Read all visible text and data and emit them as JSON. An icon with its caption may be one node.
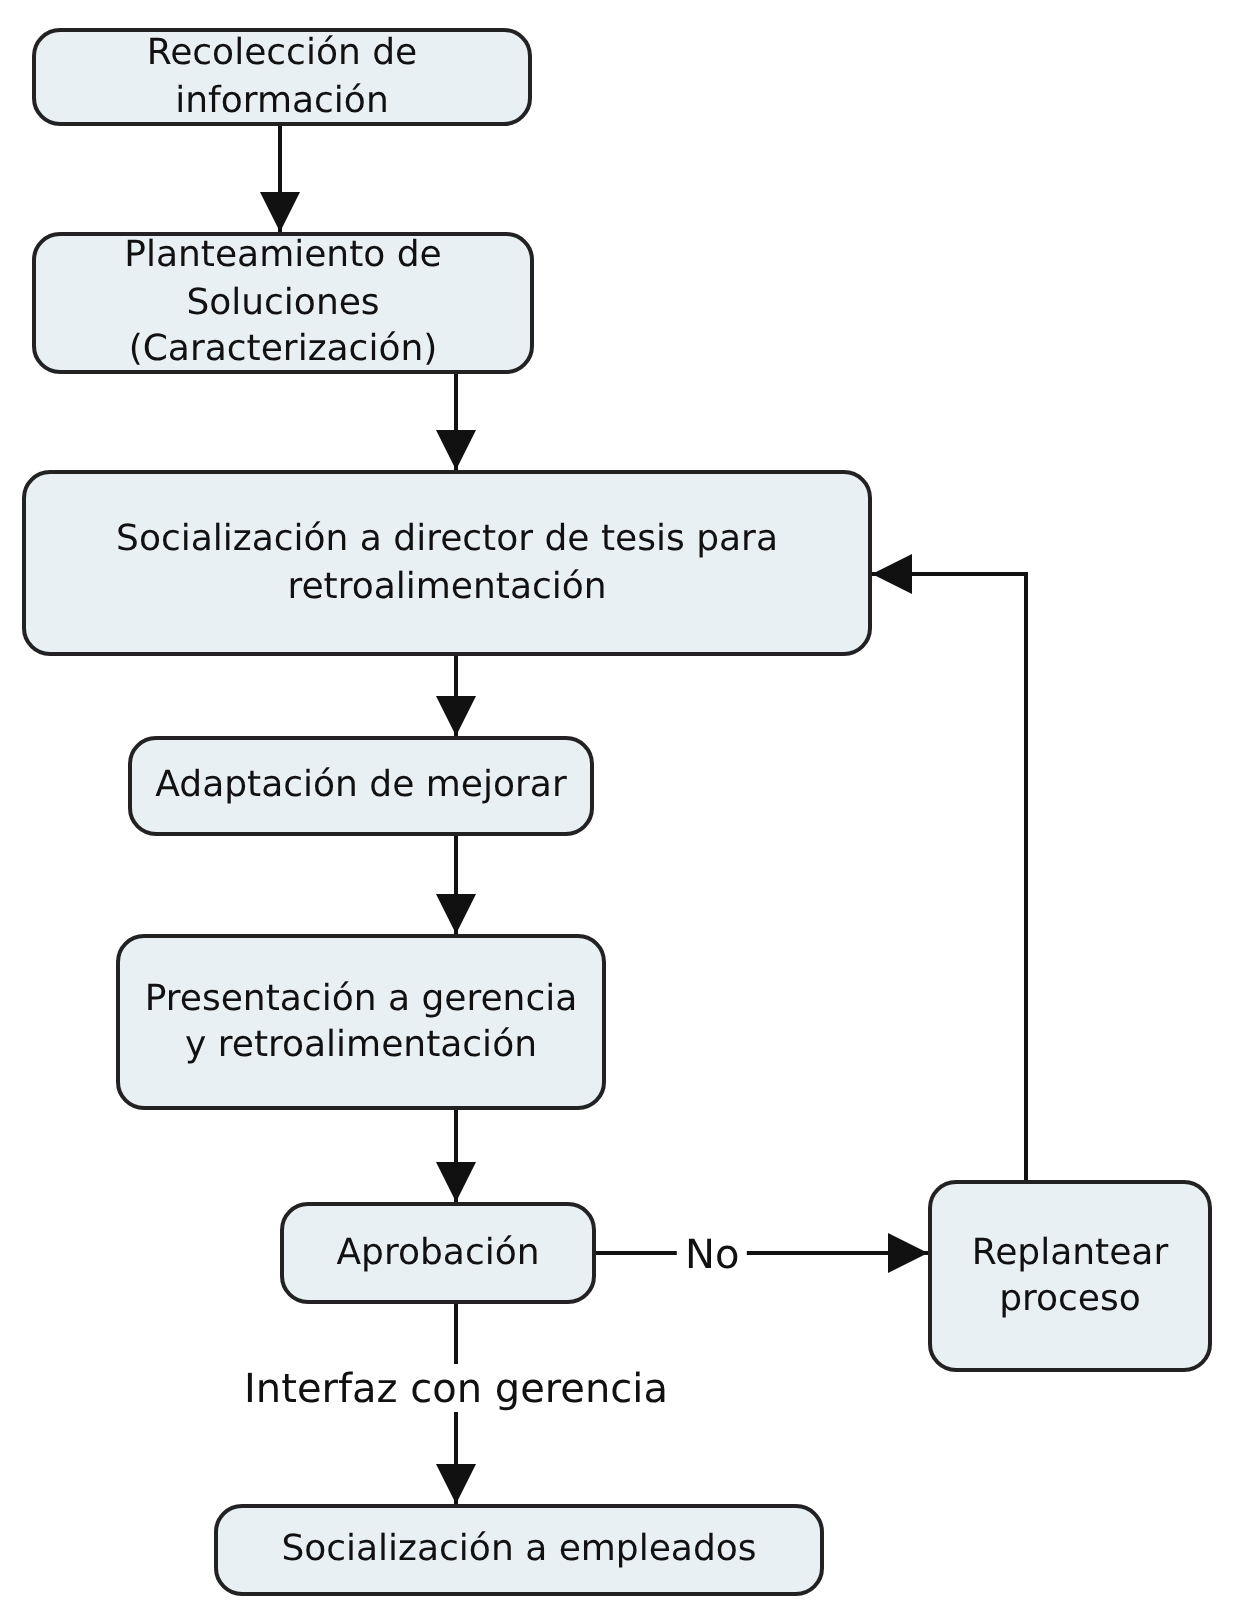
{
  "diagram": {
    "nodes": [
      {
        "text": [
          "Recolección de información"
        ]
      },
      {
        "text": [
          "Planteamiento de Soluciones (Caracterización)"
        ]
      },
      {
        "text": [
          "Socialización a director de tesis para retroalimentación"
        ]
      },
      {
        "text": [
          "Adaptación de mejorar"
        ]
      },
      {
        "text": [
          "Presentación a gerencia y retroalimentación"
        ]
      },
      {
        "text": [
          "Aprobación"
        ]
      },
      {
        "text": [
          "Replantear proceso"
        ]
      },
      {
        "text": [
          "Socialización a empleados"
        ]
      }
    ],
    "edges": [
      {
        "from": 0,
        "to": 1,
        "arrow": "to"
      },
      {
        "from": 1,
        "to": 2,
        "arrow": "to"
      },
      {
        "from": 2,
        "to": 3,
        "arrow": "to"
      },
      {
        "from": 3,
        "to": 4,
        "arrow": "to"
      },
      {
        "from": 4,
        "to": 5,
        "arrow": "to"
      },
      {
        "from": 5,
        "to": 6,
        "arrow": "to",
        "label": "No"
      },
      {
        "from": 6,
        "to": 2,
        "arrow": "to"
      },
      {
        "from": 5,
        "to": 7,
        "arrow": "to",
        "label": "Interfaz con gerencia"
      }
    ]
  }
}
